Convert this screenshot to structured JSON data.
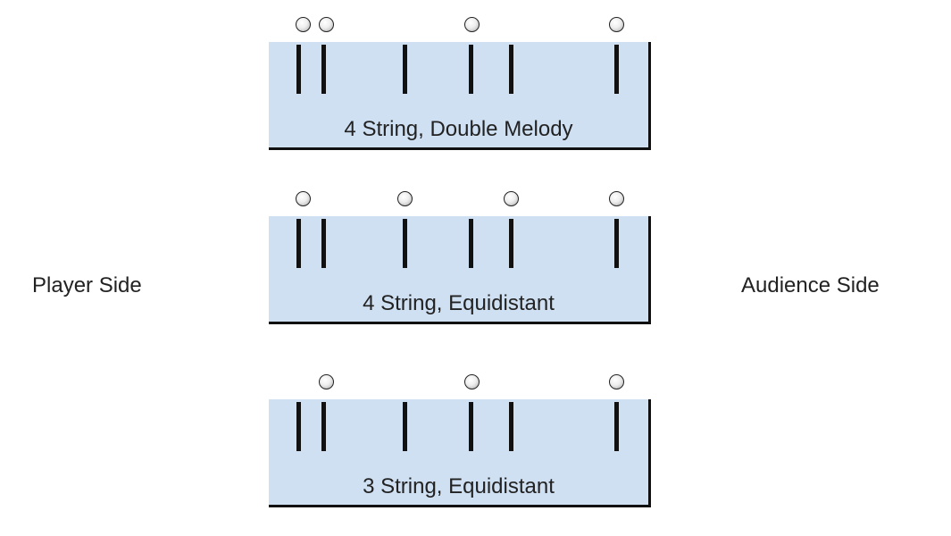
{
  "sides": {
    "left": "Player Side",
    "right": "Audience Side"
  },
  "panels": [
    {
      "label": "4 String, Double Melody",
      "strings_with_ball": [
        0,
        1,
        3,
        5
      ]
    },
    {
      "label": "4 String, Equidistant",
      "strings_with_ball": [
        0,
        2,
        4,
        5
      ]
    },
    {
      "label": "3 String, Equidistant",
      "strings_with_ball": [
        1,
        3,
        5
      ]
    }
  ],
  "string_count": 6
}
